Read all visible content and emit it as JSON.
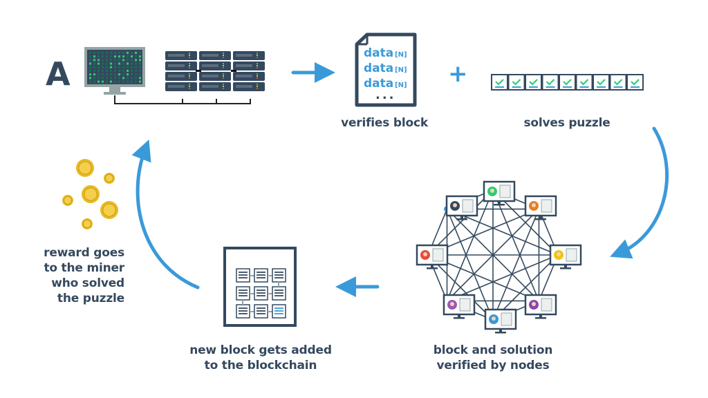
{
  "colors": {
    "accent": "#3a9ad9",
    "dark": "#34495e",
    "check": "#2ecc71",
    "coin": "#f0c030"
  },
  "miner": {
    "label": "A"
  },
  "block": {
    "rows": [
      {
        "text": "data",
        "tag": "[N]"
      },
      {
        "text": "data",
        "tag": "[N]"
      },
      {
        "text": "data",
        "tag": "[N]"
      }
    ],
    "ellipsis": "...",
    "caption": "verifies block"
  },
  "plus_sign": "+",
  "puzzle": {
    "cells": 9,
    "caption": "solves puzzle"
  },
  "network": {
    "node_count": 8,
    "caption_line1": "block and solution",
    "caption_line2": "verified by nodes",
    "avatar_colors": [
      "#2ecc71",
      "#e67e22",
      "#f1c40f",
      "#8e44ad",
      "#3498db",
      "#9b59b6",
      "#e74c3c",
      "#34495e"
    ]
  },
  "ledger": {
    "title": "Ledger",
    "caption_line1": "new block gets added",
    "caption_line2": "to the blockchain"
  },
  "reward": {
    "coins": 6,
    "caption_lines": [
      "reward goes",
      "to the miner",
      "who solved",
      "the puzzle"
    ]
  }
}
